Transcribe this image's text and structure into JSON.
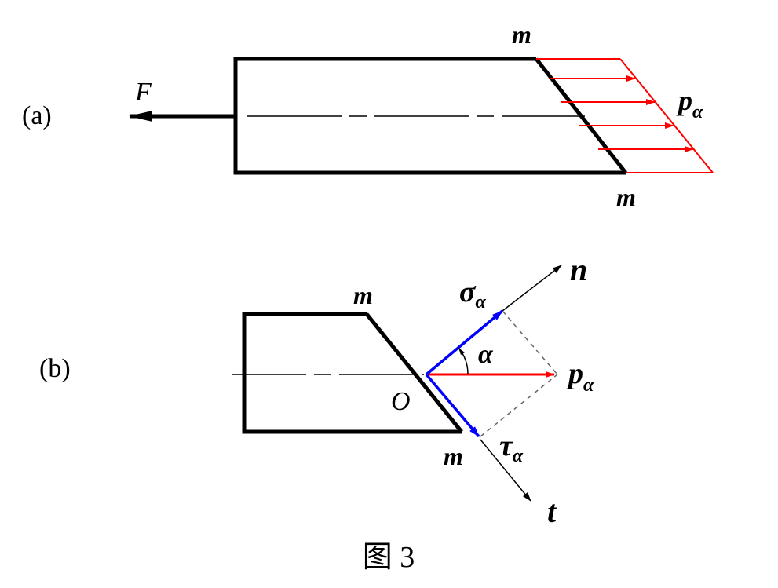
{
  "colors": {
    "outline": "#000000",
    "stress": "#ff0000",
    "component": "#0000ff",
    "guide": "#555555"
  },
  "panel_a": {
    "tag": "(a)",
    "force_label": "F",
    "section_top": "m",
    "section_bottom": "m",
    "stress_symbol": "p",
    "stress_subscript": "α"
  },
  "panel_b": {
    "tag": "(b)",
    "section_top": "m",
    "section_bottom": "m",
    "origin": "O",
    "normal_axis": "n",
    "tangent_axis": "t",
    "sigma_symbol": "σ",
    "sigma_subscript": "α",
    "tau_symbol": "τ",
    "tau_subscript": "α",
    "angle": "α",
    "stress_symbol": "p",
    "stress_subscript": "α"
  },
  "caption": "图 3"
}
